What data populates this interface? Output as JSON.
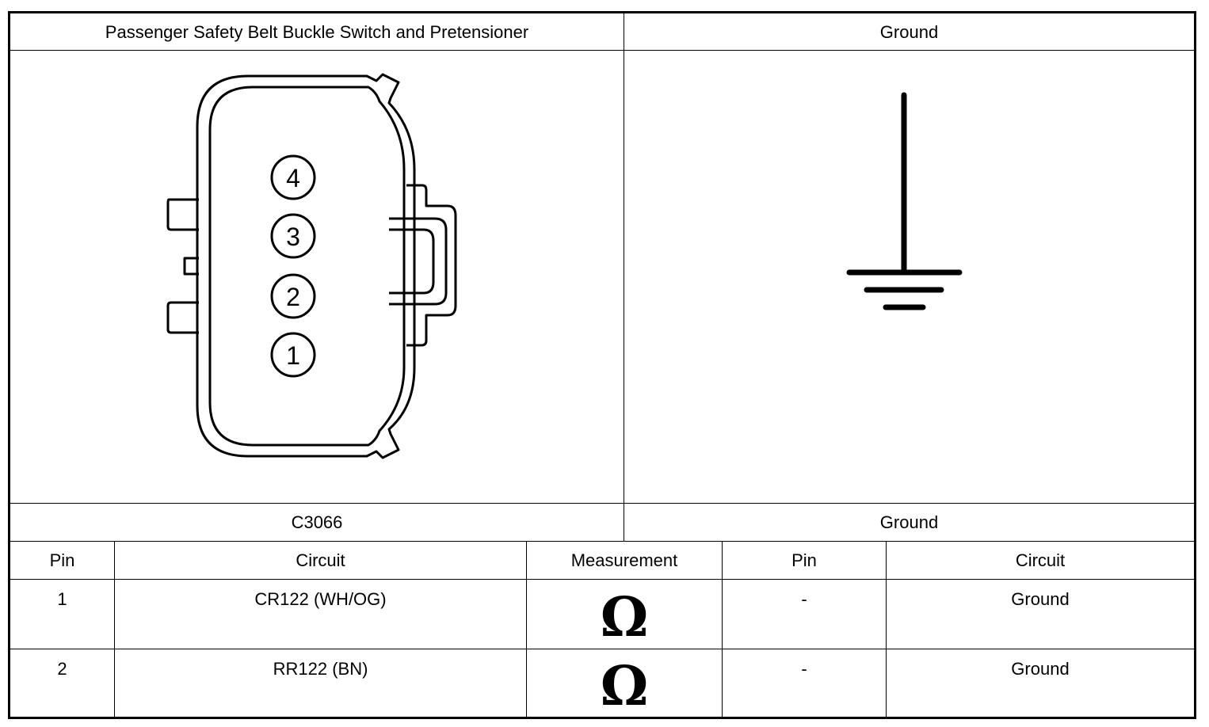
{
  "header": {
    "left_title": "Passenger Safety Belt Buckle Switch and Pretensioner",
    "right_title": "Ground"
  },
  "connector": {
    "pins": [
      "1",
      "2",
      "3",
      "4"
    ],
    "left_label": "C3066",
    "right_label": "Ground"
  },
  "table": {
    "columns": [
      "Pin",
      "Circuit",
      "Measurement",
      "Pin",
      "Circuit"
    ],
    "rows": [
      {
        "pin": "1",
        "circuit": "CR122 (WH/OG)",
        "measurement": "Ω",
        "pin2": "-",
        "circuit2": "Ground"
      },
      {
        "pin": "2",
        "circuit": "RR122 (BN)",
        "measurement": "Ω",
        "pin2": "-",
        "circuit2": "Ground"
      }
    ]
  }
}
